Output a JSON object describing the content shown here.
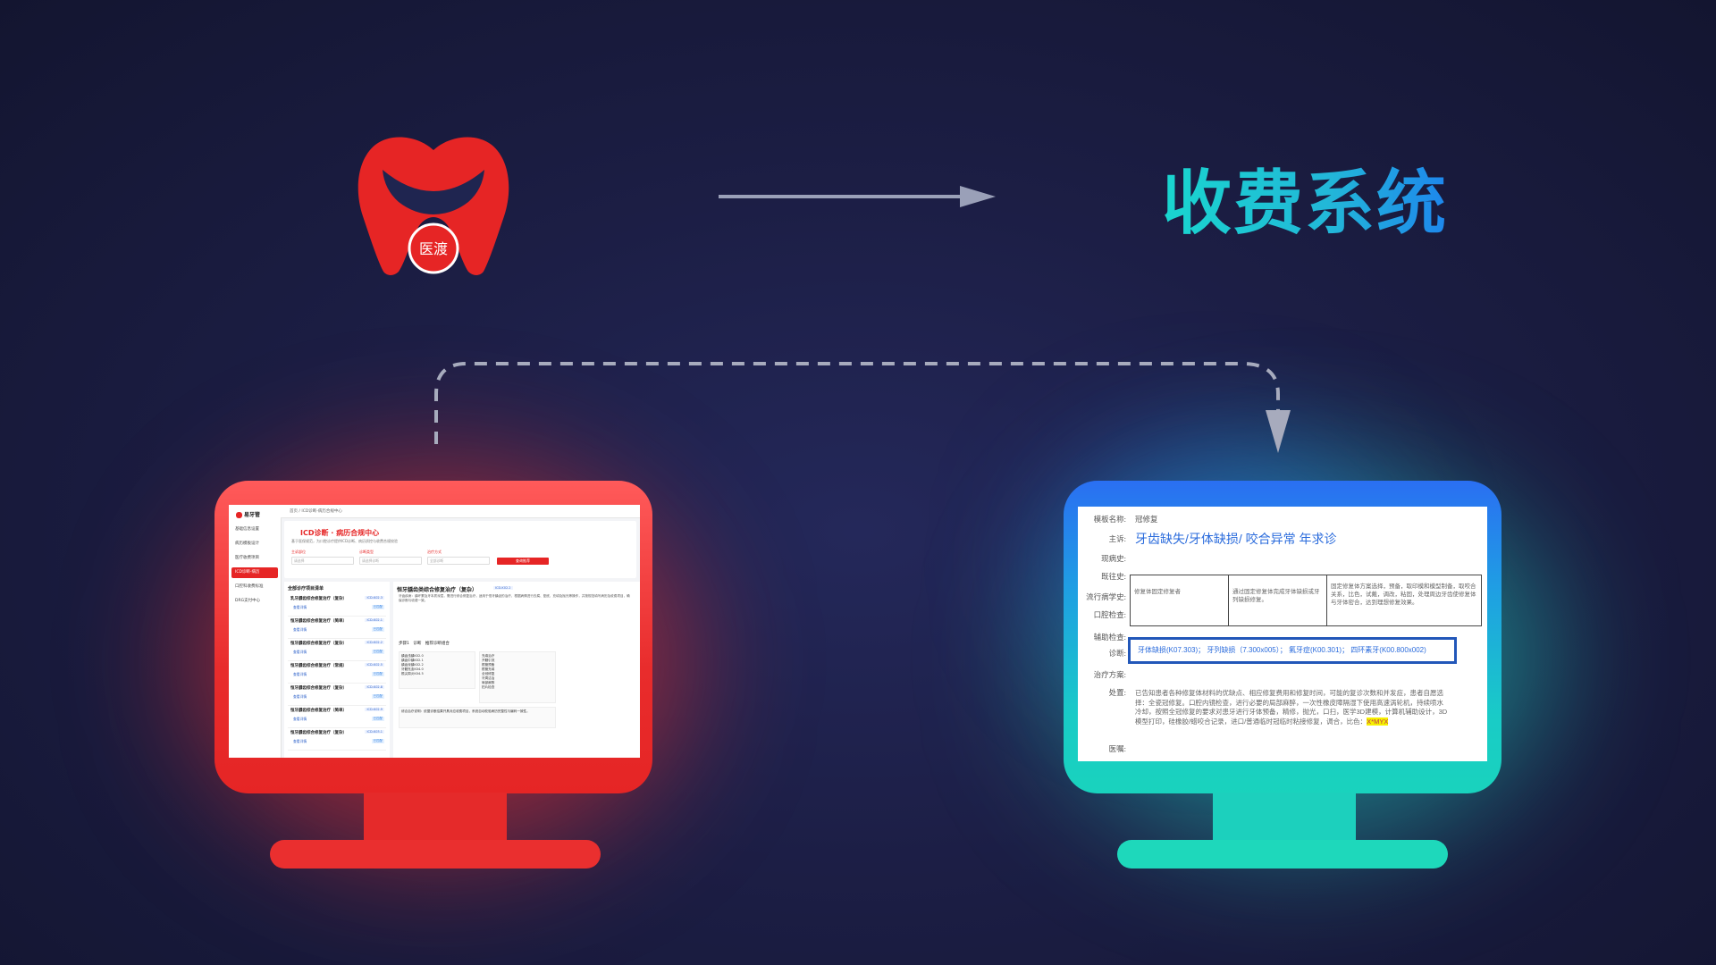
{
  "title": "收费系统",
  "logo": {
    "seal_text": "医渡"
  },
  "colors": {
    "brand_red": "#e62525",
    "accent_teal": "#19d6cf",
    "accent_blue": "#1d7ff0"
  },
  "left_screen": {
    "brand": "易牙管",
    "menu": [
      "基础信息设置",
      "病历模板设计",
      "医疗收费项目",
      "ICD诊断-病历",
      "口腔科收费标准",
      "DRG支付中心"
    ],
    "breadcrumb": "首页 / ICD诊断-病历合规中心",
    "header": {
      "title": "ICD诊断 · 病历合规中心",
      "subtitle": "基于医保规范，为口腔诊疗提供ICD诊断、病历质控与收费合规校验",
      "fields": [
        {
          "label": "主诉部位",
          "placeholder": "请选择"
        },
        {
          "label": "诊断类型",
          "placeholder": "请选择诊断"
        },
        {
          "label": "治疗方式",
          "placeholder": "全部诊断"
        }
      ],
      "search_button": "查询推荐"
    },
    "list_title": "全部诊疗项目清单",
    "items": [
      {
        "title": "乳牙龋齿综合修复治疗（复杂）",
        "code": "ICD-K02.3",
        "sub": "查看详情",
        "badge": "已匹配"
      },
      {
        "title": "恒牙龋齿综合修复治疗（简单）",
        "code": "ICD-K02.1",
        "sub": "查看详情",
        "badge": "已匹配"
      },
      {
        "title": "恒牙龋齿综合修复治疗（复杂）",
        "code": "ICD-K02.2",
        "sub": "查看详情",
        "badge": "已匹配"
      },
      {
        "title": "恒牙龋齿综合修复治疗（常规）",
        "code": "ICD-K02.5",
        "sub": "查看详情",
        "badge": "已匹配"
      },
      {
        "title": "恒牙龋齿综合修复治疗（复杂）",
        "code": "ICD-K02.8",
        "sub": "查看详情",
        "badge": "已匹配"
      },
      {
        "title": "恒牙龋齿综合修复治疗（简单）",
        "code": "ICD-K02.9",
        "sub": "查看详情",
        "badge": "已匹配"
      },
      {
        "title": "恒牙龋齿综合修复治疗（复杂）",
        "code": "ICD-K03.1",
        "sub": "查看详情",
        "badge": "已匹配"
      }
    ],
    "detail": {
      "title": "恒牙龋齿类综合修复治疗（复杂）",
      "tag": "ICD-K02.2",
      "para": "牙齿疾病：龋坏累及牙本质深层，需进行综合修复治疗。适用于恒牙龋齿的治疗，根据病情进行去腐、垫底、充填及抛光等操作，并按规范填写病历及收费项目，确保诊断与收费一致。",
      "steps": "步骤1　诊断　推荐诊断组合",
      "box1": [
        "龋齿浅龋K02.0",
        "龋齿中龋K02.1",
        "龋齿深龋K02.2",
        "牙髓充血K04.0",
        "根尖周炎K04.5"
      ],
      "box2": [
        "充填治疗",
        "开髓引流",
        "根管预备",
        "根管充填",
        "全冠修复",
        "牙周洁治",
        "局部麻醉",
        "拍片检查"
      ],
      "box3": "综合治疗说明：依据诊断结果开具对应收费项目，系统自动校验病历完整性与编码一致性。"
    }
  },
  "right_screen": {
    "template_label": "模板名称:",
    "template_value": "冠修复",
    "labels": [
      "主诉:",
      "现病史:",
      "既往史:",
      "流行病学史:",
      "口腔检查:",
      "辅助检查:",
      "诊断:",
      "治疗方案:",
      "处置:",
      "医嘱:"
    ],
    "complaint": "牙齿缺失/牙体缺损/ 咬合异常   年求诊",
    "table_cells": [
      "修复体固定修复者",
      "通过固定修复体完成牙体缺损或牙列缺损修复。",
      "固定修复体方案选择，预备，取印模和模型制备，取咬合关系，比色，试戴，调改，粘固，处理周边牙齿使修复体与牙体密合，达到理想修复效果。"
    ],
    "diagnosis": "牙体缺损(K07.303)；  牙列缺损（7.300x005）；  氟牙症(K00.301)；  四环素牙(K00.800x002)",
    "treatment": "已告知患者各种修复体材料的优缺点、相应修复费用和修复时间，可能的复诊次数和并发症，患者自愿选择：全瓷冠修复。口腔内镜检查，进行必要的局部麻醉，一次性橡皮障隔湿下使用高速涡轮机，持续喷水冷却，按照全冠修复的要求对患牙进行牙体预备，精修，抛光，口扫，医学3D建模，计算机辅助设计，3D模型打印，硅橡胶/蜡咬合记录，进口/普通临时冠临时粘接修复，调合，比色：",
    "highlight": "X*MYX"
  }
}
